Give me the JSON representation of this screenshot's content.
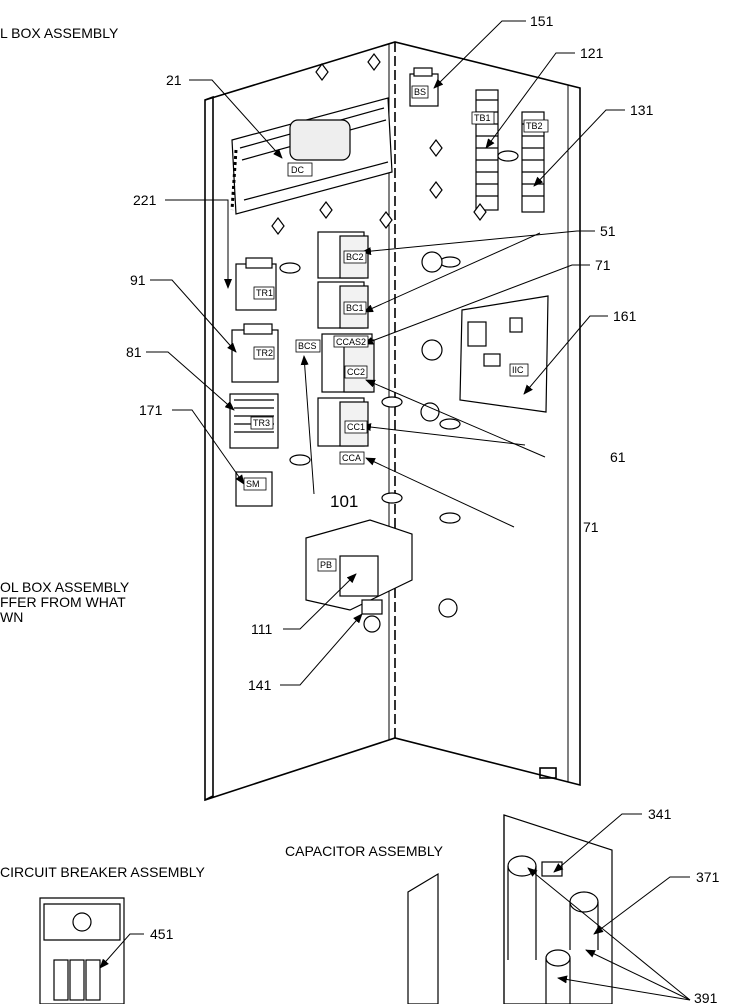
{
  "headings": {
    "control_box": "L BOX ASSEMBLY",
    "capacitor": "CAPACITOR ASSEMBLY",
    "circuit_breaker": "CIRCUIT BREAKER ASSEMBLY"
  },
  "note_lines": [
    "OL BOX ASSEMBLY",
    "FFER FROM WHAT",
    "WN"
  ],
  "callouts": {
    "c21": "21",
    "c151": "151",
    "c121": "121",
    "c131": "131",
    "c221": "221",
    "c51": "51",
    "c71a": "71",
    "c91": "91",
    "c161": "161",
    "c81": "81",
    "c171": "171",
    "c61": "61",
    "c101": "101",
    "c71b": "71",
    "c111": "111",
    "c141": "141",
    "c341": "341",
    "c371": "371",
    "c451": "451",
    "c391": "391"
  },
  "component_tags": {
    "dc": "DC",
    "bs": "BS",
    "tb1": "TB1",
    "tb2": "TB2",
    "tr1": "TR1",
    "tr2": "TR2",
    "tr3": "TR3",
    "bcs": "BCS",
    "bc2": "BC2",
    "bc1": "BC1",
    "ccas2": "CCAS2",
    "cc2": "CC2",
    "cc1": "CC1",
    "cca": "CCA",
    "iic": "IIC",
    "sm": "SM",
    "pb": "PB"
  }
}
